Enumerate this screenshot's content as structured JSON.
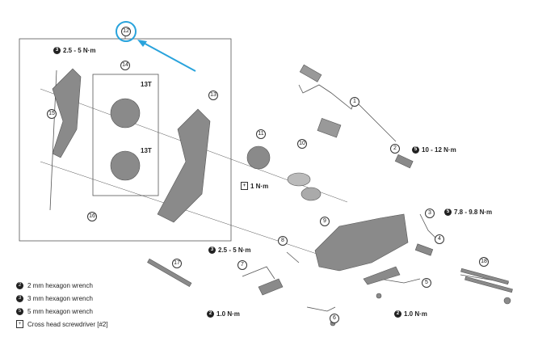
{
  "callouts": [
    "1",
    "2",
    "3",
    "4",
    "5",
    "6",
    "7",
    "8",
    "9",
    "10",
    "11",
    "12",
    "13",
    "14",
    "15",
    "16",
    "17",
    "18"
  ],
  "torques": {
    "t_top_left": {
      "tool": "3",
      "value": "2.5 - 5 N·m"
    },
    "t_screw": {
      "tool": "+",
      "value": "1 N·m"
    },
    "t_axle": {
      "tool": "5",
      "value": "10 - 12 N·m"
    },
    "t_bolt": {
      "tool": "5",
      "value": "7.8 - 9.8 N·m"
    },
    "t_cage": {
      "tool": "3",
      "value": "2.5 - 5 N·m"
    },
    "t_adjust_left": {
      "tool": "2",
      "value": "1.0 N·m"
    },
    "t_adjust_right": {
      "tool": "2",
      "value": "1.0 N·m"
    }
  },
  "pulley_teeth": [
    "13T",
    "13T"
  ],
  "legend": [
    {
      "tool": "2",
      "label": "2 mm hexagon wrench"
    },
    {
      "tool": "3",
      "label": "3 mm hexagon wrench"
    },
    {
      "tool": "5",
      "label": "5 mm hexagon wrench"
    },
    {
      "tool": "+",
      "label": "Cross head screwdriver [#2]"
    }
  ],
  "colors": {
    "highlight": "#29a3dc",
    "part": "#7a7a7a"
  }
}
